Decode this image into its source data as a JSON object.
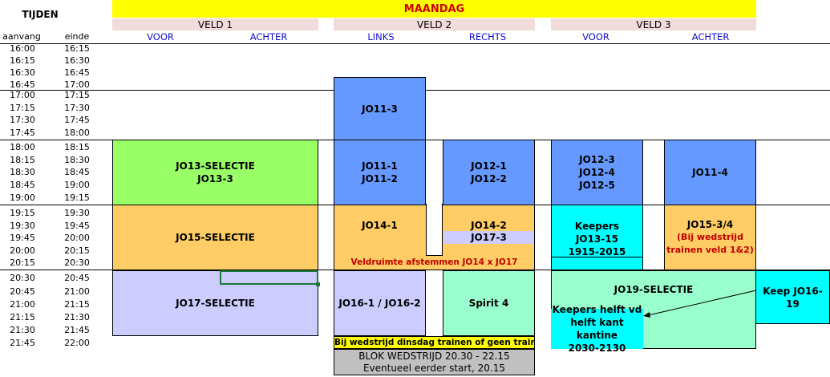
{
  "header": {
    "tijden": "TIJDEN",
    "day": "MAANDAG",
    "aanvang": "aanvang",
    "einde": "einde",
    "veld1": "VELD 1",
    "veld2": "VELD 2",
    "veld3": "VELD 3",
    "v1_left": "VOOR",
    "v1_right": "ACHTER",
    "v2_left": "LINKS",
    "v2_right": "RECHTS",
    "v3_left": "VOOR",
    "v3_right": "ACHTER"
  },
  "times": [
    [
      "16:00",
      "16:15"
    ],
    [
      "16:15",
      "16:30"
    ],
    [
      "16:30",
      "16:45"
    ],
    [
      "16:45",
      "17:00"
    ],
    [
      "17:00",
      "17:15"
    ],
    [
      "17:15",
      "17:30"
    ],
    [
      "17:30",
      "17:45"
    ],
    [
      "17:45",
      "18:00"
    ],
    [
      "18:00",
      "18:15"
    ],
    [
      "18:15",
      "18:30"
    ],
    [
      "18:30",
      "18:45"
    ],
    [
      "18:45",
      "19:00"
    ],
    [
      "19:00",
      "19:15"
    ],
    [
      "19:15",
      "19:30"
    ],
    [
      "19:30",
      "19:45"
    ],
    [
      "19:45",
      "20:00"
    ],
    [
      "20:00",
      "20:15"
    ],
    [
      "20:15",
      "20:30"
    ],
    [
      "20:30",
      "20:45"
    ],
    [
      "20:45",
      "21:00"
    ],
    [
      "21:00",
      "21:15"
    ],
    [
      "21:15",
      "21:30"
    ],
    [
      "21:30",
      "21:45"
    ],
    [
      "21:45",
      "22:00"
    ]
  ],
  "blocks": {
    "jo11_3": "JO11-3",
    "jo13_sel_1": "JO13-SELECTIE",
    "jo13_sel_2": "JO13-3",
    "jo11_12_1": "JO11-1",
    "jo11_12_2": "JO11-2",
    "jo12_12_1": "JO12-1",
    "jo12_12_2": "JO12-2",
    "jo12_345_1": "JO12-3",
    "jo12_345_2": "JO12-4",
    "jo12_345_3": "JO12-5",
    "jo11_4": "JO11-4",
    "jo15_sel": "JO15-SELECTIE",
    "jo14_1": "JO14-1",
    "jo14_2": "JO14-2",
    "jo17_3": "JO17-3",
    "veldruimte": "Veldruimte afstemmen JO14 x JO17",
    "keepers_1": "Keepers",
    "keepers_2": "JO13-15",
    "keepers_3": "1915-2015",
    "jo15_34_1": "JO15-3/4",
    "jo15_34_2": "(Bij wedstrijd",
    "jo15_34_3": "trainen veld 1&2)",
    "jo17_sel": "JO17-SELECTIE",
    "jo16_12": "JO16-1 / JO16-2",
    "spirit4": "Spirit 4",
    "jo19_sel": "JO19-SELECTIE",
    "keep_jo16": "Keep JO16-19",
    "keepers_helft_1": "Keepers helft vd",
    "keepers_helft_2": "helft kant kantine",
    "keepers_helft_3": "2030-2130",
    "bij_wedstrijd": "Bij wedstrijd dinsdag trainen of geen trainen",
    "blok_1": "BLOK WEDSTRIJD 20.30 - 22.15",
    "blok_2": "Eventueel eerder start, 20.15"
  },
  "colors": {
    "yellow": "#ffff00",
    "pink": "#f2dcdb",
    "blue": "#6699ff",
    "green": "#99ff66",
    "orange": "#ffcc66",
    "lavender": "#ccccff",
    "cyan": "#00ffff",
    "mint": "#99ffcc",
    "gray": "#c0c0c0"
  }
}
